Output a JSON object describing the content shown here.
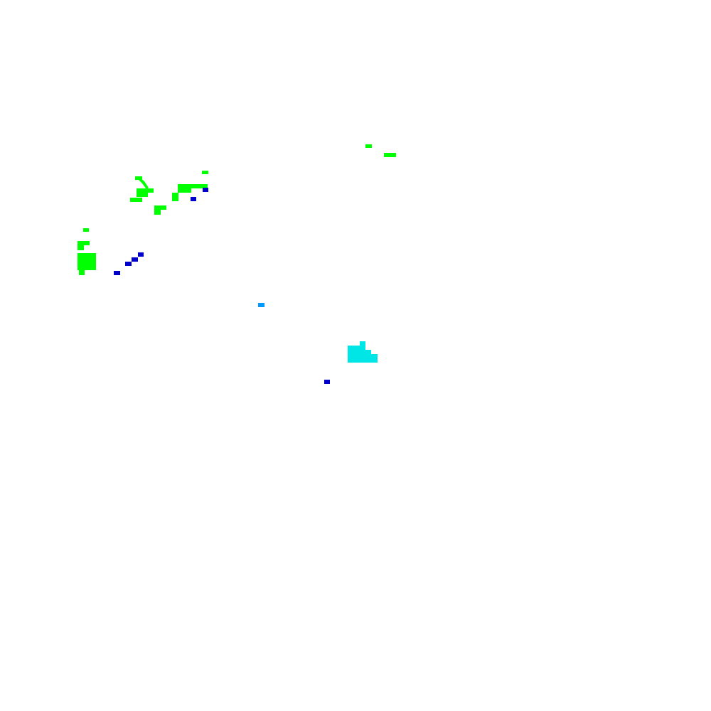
{
  "map": {
    "background": "#ffffff",
    "legend": null,
    "layers": [
      {
        "name": "green-patches",
        "color": "#00ff00"
      },
      {
        "name": "blue-markers",
        "color": "#0000cc"
      },
      {
        "name": "light-blue-marker",
        "color": "#0099ff"
      },
      {
        "name": "cyan-region",
        "color": "#00e5e5"
      }
    ]
  }
}
